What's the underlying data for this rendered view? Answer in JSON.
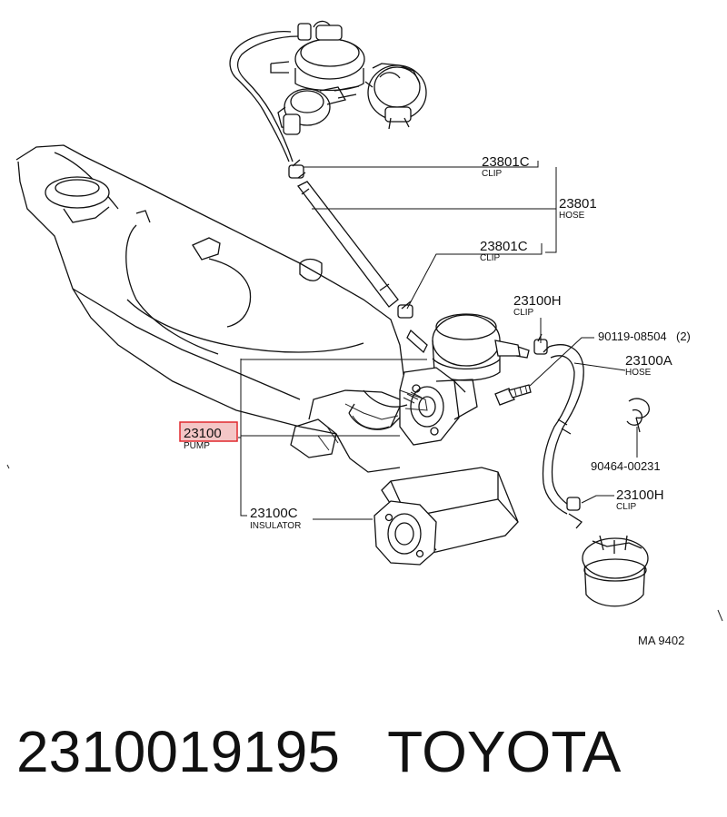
{
  "diagram": {
    "callouts": {
      "clip_top": {
        "part": "23801C",
        "desc": "CLIP"
      },
      "hose_main": {
        "part": "23801",
        "desc": "HOSE"
      },
      "clip_mid": {
        "part": "23801C",
        "desc": "CLIP"
      },
      "clip_right": {
        "part": "23100H",
        "desc": "CLIP"
      },
      "bolt": {
        "part": "90119-08504",
        "qty": "(2)"
      },
      "hose_right": {
        "part": "23100A",
        "desc": "HOSE"
      },
      "pump": {
        "part": "23100",
        "desc": "PUMP"
      },
      "clamp": {
        "part": "90464-00231"
      },
      "clip_bottom": {
        "part": "23100H",
        "desc": "CLIP"
      },
      "insulator": {
        "part": "23100C",
        "desc": "INSULATOR"
      }
    },
    "figure_code": "MA 9402",
    "highlight_color": "#e0282e",
    "highlight_fill": "#f4c6c6"
  },
  "footer": {
    "part_number": "2310019195",
    "brand": "TOYOTA"
  }
}
